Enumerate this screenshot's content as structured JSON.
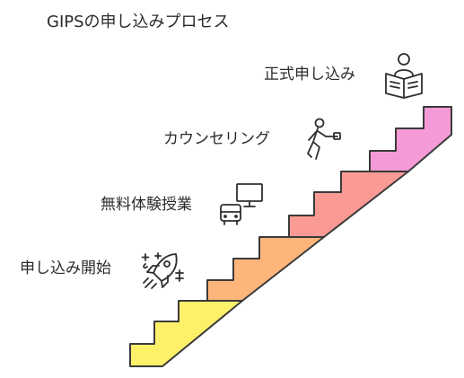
{
  "title": "GIPSの申し込みプロセス",
  "steps": [
    {
      "label": "申し込み開始",
      "icon": "rocket-sparkles-icon",
      "color": "#fff06a"
    },
    {
      "label": "無料体験授業",
      "icon": "monitor-and-bus-icon",
      "color": "#fdb57a"
    },
    {
      "label": "カウンセリング",
      "icon": "running-person-icon",
      "color": "#fa9a94"
    },
    {
      "label": "正式申し込み",
      "icon": "person-reading-icon",
      "color": "#f49ad6"
    }
  ],
  "colors": {
    "outline": "#3a3a3a"
  }
}
